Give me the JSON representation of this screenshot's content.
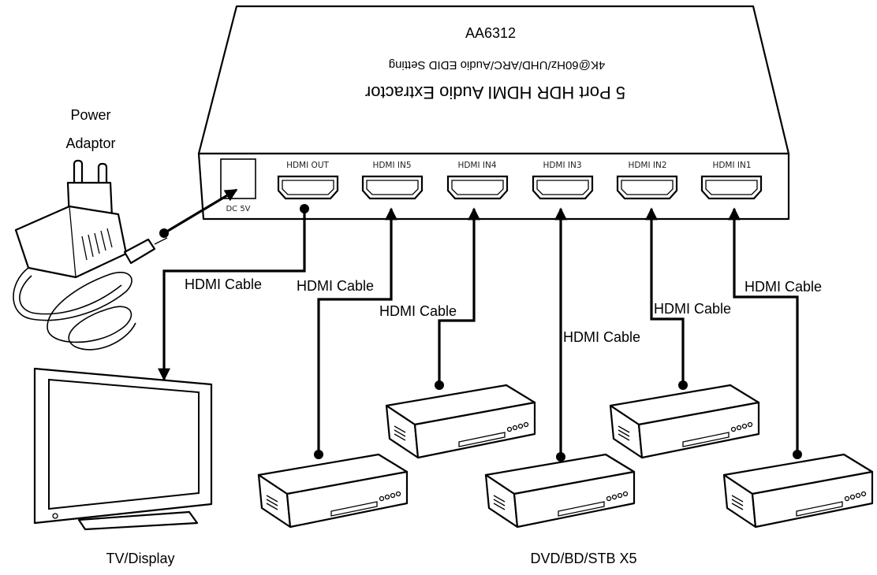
{
  "device": {
    "model": "AA6312",
    "feature_line": "4K@60Hz/UHD/ARC/Audio EDID Setting",
    "product_name": "5 Port HDR HDMI Audio Extractor",
    "dc_label": "DC 5V",
    "ports": [
      "HDMI OUT",
      "HDMI IN5",
      "HDMI IN4",
      "HDMI IN3",
      "HDMI IN2",
      "HDMI IN1"
    ]
  },
  "power": {
    "line1": "Power",
    "line2": "Adaptor"
  },
  "cables": [
    "HDMI Cable",
    "HDMI Cable",
    "HDMI Cable",
    "HDMI Cable",
    "HDMI Cable",
    "HDMI Cable"
  ],
  "tv_label": "TV/Display",
  "players_label": "DVD/BD/STB X5"
}
